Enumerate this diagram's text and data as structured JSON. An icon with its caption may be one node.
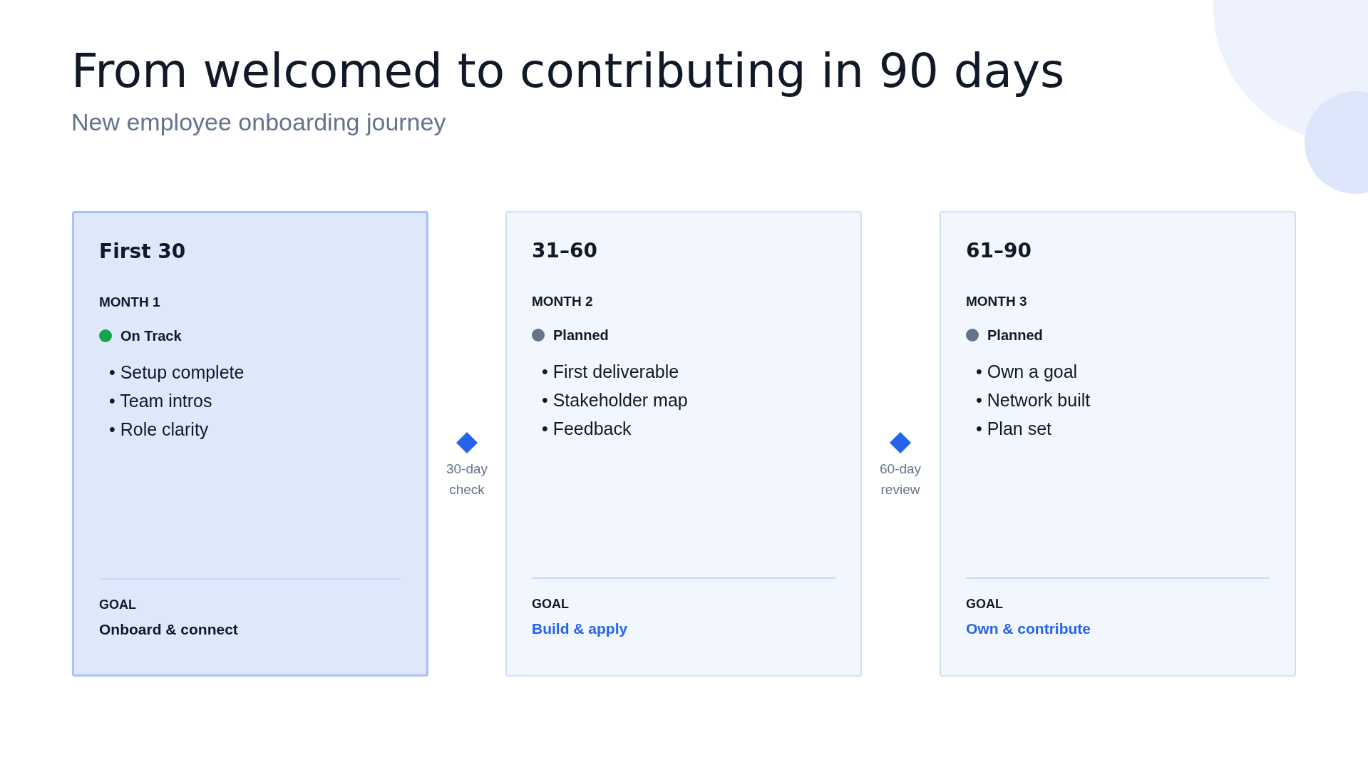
{
  "diagram": {
    "title": "From welcomed to contributing in 90 days",
    "nodes": [
      {
        "text": [
          "First 30",
          "MONTH 1",
          "On Track",
          "• Setup complete",
          "• Team intros",
          "• Role clarity",
          "GOAL",
          "Onboard & connect"
        ]
      },
      {
        "text": [],
        "shape": "diamond",
        "beside": [
          "30-day check"
        ]
      },
      {
        "text": [
          "31–60",
          "MONTH 2",
          "Planned",
          "• First deliverable",
          "• Stakeholder map",
          "• Feedback",
          "GOAL",
          "Build & apply"
        ]
      },
      {
        "text": [],
        "shape": "diamond",
        "beside": [
          "60-day review"
        ]
      },
      {
        "text": [
          "61–90",
          "MONTH 3",
          "Planned",
          "• Own a goal",
          "• Network built",
          "• Plan set",
          "GOAL",
          "Own & contribute"
        ]
      }
    ],
    "labels": [
      "New employee onboarding journey"
    ]
  }
}
